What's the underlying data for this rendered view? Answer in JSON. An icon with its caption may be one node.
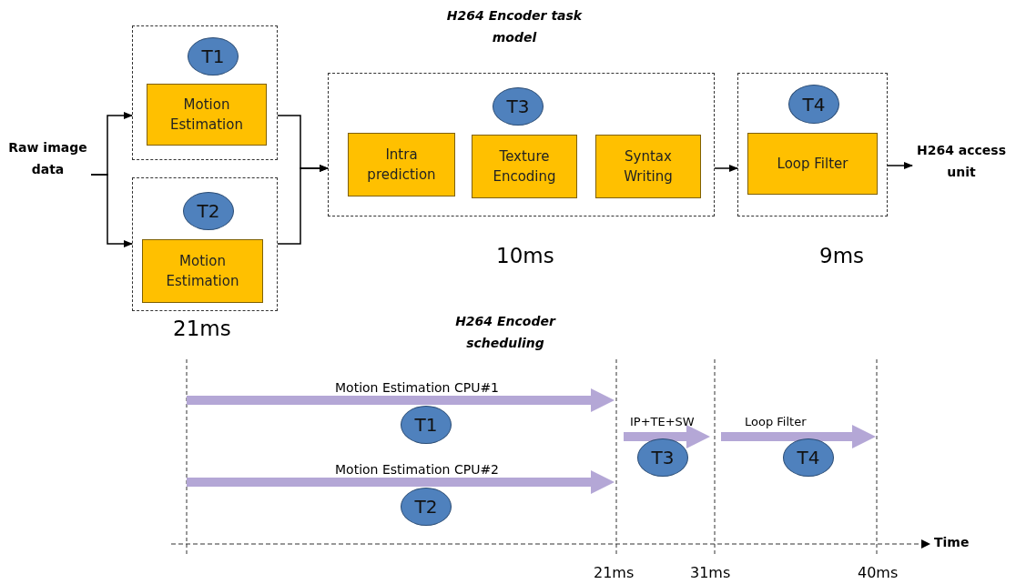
{
  "diagram": {
    "title": "H264 Encoder task model",
    "nodes": [
      {
        "text": [
          "Raw image data"
        ]
      },
      {
        "text": [],
        "shape": "box"
      },
      {
        "text": [
          "T1"
        ],
        "in": 1
      },
      {
        "text": [
          "Motion Estimation"
        ],
        "in": 1
      },
      {
        "text": [],
        "shape": "box"
      },
      {
        "text": [
          "T2"
        ],
        "in": 4
      },
      {
        "text": [
          "Motion Estimation"
        ],
        "in": 4
      },
      {
        "text": [],
        "shape": "box"
      },
      {
        "text": [
          "T3"
        ],
        "in": 7
      },
      {
        "text": [
          "Intra prediction"
        ],
        "in": 7
      },
      {
        "text": [
          "Texture Encoding"
        ],
        "in": 7
      },
      {
        "text": [
          "Syntax Writing"
        ],
        "in": 7
      },
      {
        "text": [],
        "shape": "box"
      },
      {
        "text": [
          "T4"
        ],
        "in": 12
      },
      {
        "text": [
          "Loop Filter"
        ],
        "in": 12
      },
      {
        "text": [
          "H264 access unit"
        ]
      },
      {
        "text": [
          "T1"
        ]
      },
      {
        "text": [
          "T3"
        ]
      },
      {
        "text": [
          "T4"
        ]
      },
      {
        "text": [
          "T2"
        ]
      }
    ],
    "edges": [
      {
        "from": 0,
        "to": 1,
        "arrow": "to"
      },
      {
        "from": 0,
        "to": 4,
        "arrow": "to"
      },
      {
        "from": 1,
        "to": 7,
        "arrow": "to"
      },
      {
        "from": 4,
        "to": 7,
        "arrow": "to"
      },
      {
        "from": 7,
        "to": 12,
        "arrow": "to"
      },
      {
        "from": 12,
        "to": 15,
        "arrow": "to"
      }
    ],
    "labels": [
      "10ms",
      "9ms",
      "21ms",
      "H264 Encoder scheduling",
      "Motion Estimation CPU#1",
      "IP+TE+SW",
      "Loop Filter",
      "Motion Estimation CPU#2",
      "Time",
      "21ms",
      "31ms",
      "40ms"
    ]
  }
}
